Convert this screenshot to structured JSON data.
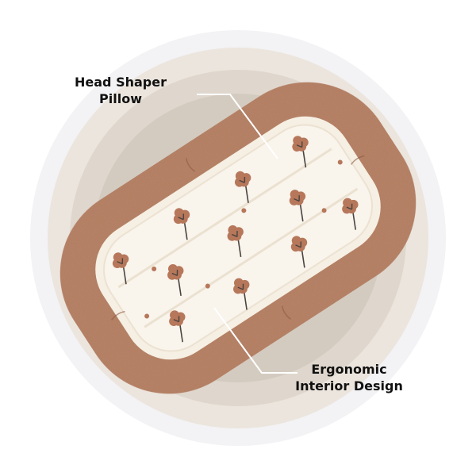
{
  "callouts": {
    "head_shaper": {
      "line1": "Head Shaper",
      "line2": "Pillow"
    },
    "ergonomic": {
      "line1": "Ergonomic",
      "line2": "Interior Design"
    }
  },
  "colors": {
    "rim": "#b98468",
    "interior": "#f6efe3",
    "flower": "#b6775a",
    "stem": "#4a4340",
    "rings": [
      "#f3f2f4",
      "#ebe5dd",
      "#dfd7cd",
      "#d4cbc0"
    ],
    "leader_line": "#ffffff"
  }
}
